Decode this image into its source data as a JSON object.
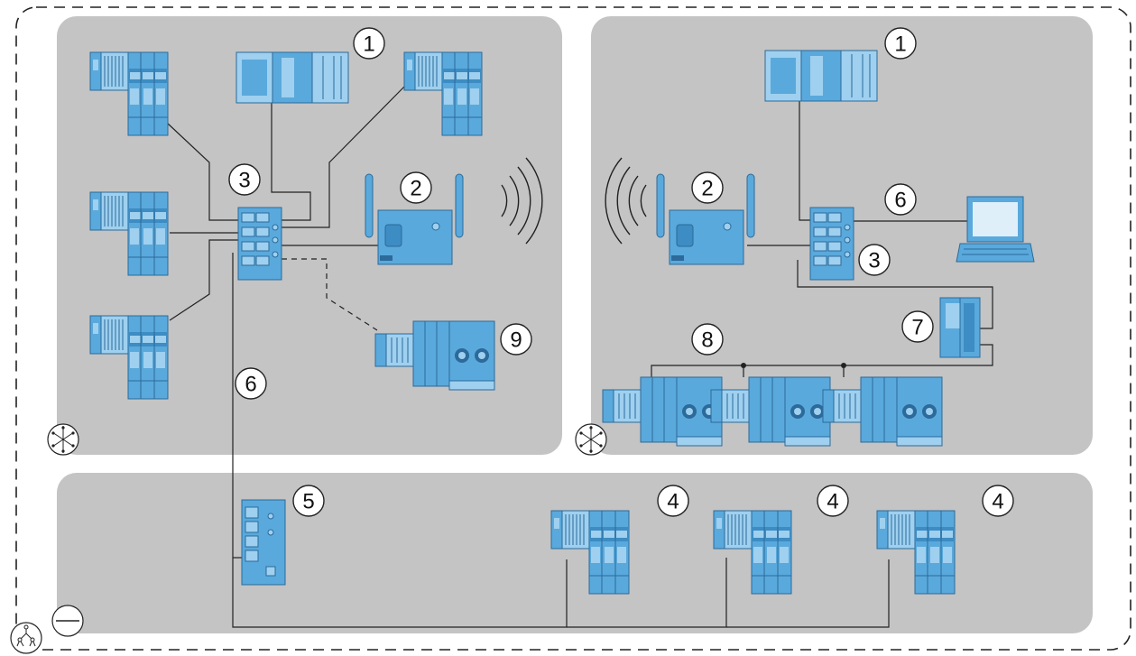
{
  "colors": {
    "background": "#ffffff",
    "area_fill": "#c4c4c4",
    "device_blue": "#5aa9dc",
    "device_light": "#9fd0ef",
    "device_dark": "#2b6a9a",
    "line": "#222222"
  },
  "callouts": {
    "left_controller": "1",
    "right_controller": "1",
    "left_access_point": "2",
    "right_access_point": "2",
    "left_switch": "3",
    "right_switch": "3",
    "io_bottom_1": "4",
    "io_bottom_2": "4",
    "io_bottom_3": "4",
    "bottom_switch": "5",
    "left_cable": "6",
    "right_cable": "6",
    "right_controller_small": "7",
    "right_io_group": "8",
    "left_io_wireless": "9"
  },
  "icons": {
    "area_left": "wheel-icon",
    "area_right": "wheel-icon",
    "area_bottom": "minus-circle-icon",
    "global": "network-tree-icon"
  }
}
